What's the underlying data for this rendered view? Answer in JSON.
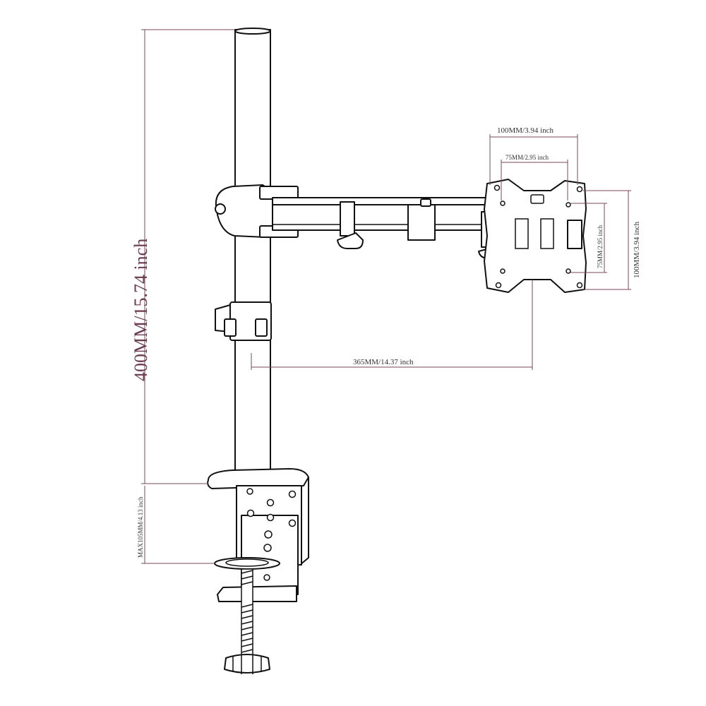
{
  "diagram": {
    "subject": "Single monitor desk mount",
    "dimensions": {
      "pole_height": "400MM/15.74 inch",
      "arm_reach": "365MM/14.37 inch",
      "vesa_outer_width": "100MM/3.94 inch",
      "vesa_inner_width": "75MM/2.95 inch",
      "vesa_inner_height": "75MM/2.95 inch",
      "vesa_outer_height": "100MM/3.94 inch",
      "clamp_max": "MAX105MM/4.13 inch"
    }
  },
  "colors": {
    "dimension": "#7a4a5e",
    "outline": "#111111",
    "background": "#ffffff"
  }
}
